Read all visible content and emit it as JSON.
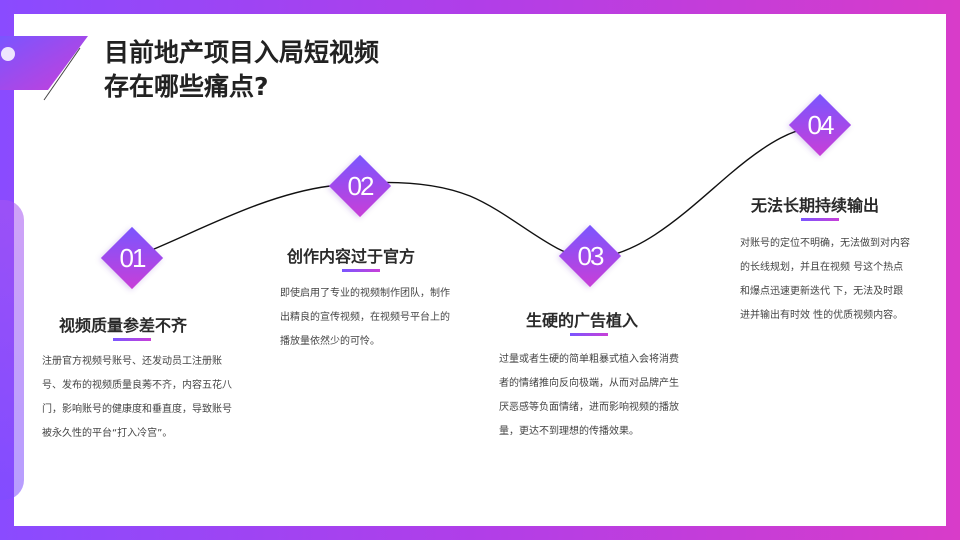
{
  "title": {
    "line1": "目前地产项目入局短视频",
    "line2": "存在哪些痛点?"
  },
  "steps": [
    {
      "number": "01",
      "heading": "视频质量参差不齐",
      "description": "注册官方视频号账号、还发动员工注册账号、发布的视频质量良莠不齐，内容五花八门，影响账号的健康度和垂直度，导致账号被永久性的平台“打入冷宫”。"
    },
    {
      "number": "02",
      "heading": "创作内容过于官方",
      "description": "即使启用了专业的视频制作团队，制作出精良的宣传视频，在视频号平台上的播放量依然少的可怜。"
    },
    {
      "number": "03",
      "heading": "生硬的广告植入",
      "description": "过量或者生硬的简单粗暴式植入会将消费者的情绪推向反向极端，从而对品牌产生厌恶感等负面情绪，进而影响视频的播放量，更达不到理想的传播效果。"
    },
    {
      "number": "04",
      "heading": "无法长期持续输出",
      "description": "对账号的定位不明确，无法做到对内容的长线规划，并且在视频 号这个热点和爆点迅速更新迭代 下，无法及时跟进并输出有时效 性的优质视频内容。"
    }
  ],
  "colors": {
    "accent_start": "#7a55ff",
    "accent_end": "#c83fd8",
    "background": "#ffffff"
  }
}
